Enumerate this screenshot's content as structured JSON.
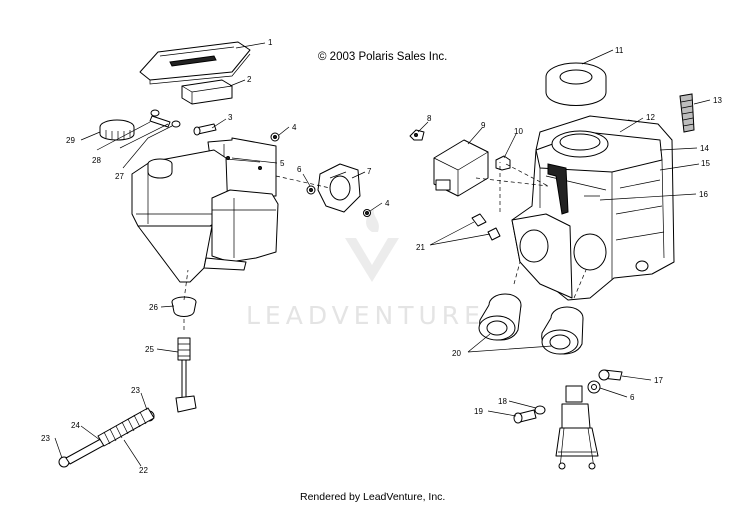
{
  "header": {
    "copyright": "© 2003 Polaris Sales Inc."
  },
  "footer": {
    "rendered_by": "Rendered by LeadVenture, Inc."
  },
  "watermark": {
    "text": "LEADVENTURE"
  },
  "callouts": {
    "c1": "1",
    "c2": "2",
    "c3": "3",
    "c4a": "4",
    "c4b": "4",
    "c5": "5",
    "c6a": "6",
    "c6b": "6",
    "c7": "7",
    "c8": "8",
    "c9": "9",
    "c10": "10",
    "c11": "11",
    "c12": "12",
    "c13": "13",
    "c14": "14",
    "c15": "15",
    "c16": "16",
    "c17": "17",
    "c18": "18",
    "c19": "19",
    "c20": "20",
    "c21": "21",
    "c22": "22",
    "c23a": "23",
    "c23b": "23",
    "c24": "24",
    "c25": "25",
    "c26": "26",
    "c27": "27",
    "c28": "28",
    "c29": "29"
  }
}
